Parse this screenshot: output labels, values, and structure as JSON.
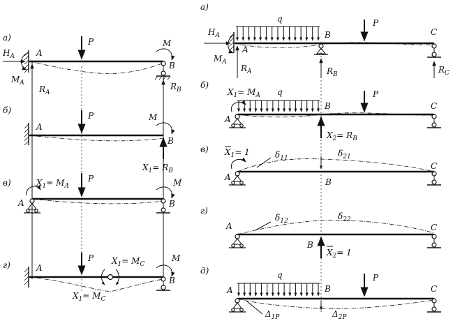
{
  "left": {
    "a": {
      "tag": "а)",
      "HA": "H",
      "HA_sub": "A",
      "A": "A",
      "P": "P",
      "M": "M",
      "MA": "M",
      "MA_sub": "A",
      "RA": "R",
      "RA_sub": "A",
      "B": "B",
      "RB": "R",
      "RB_sub": "B"
    },
    "b": {
      "tag": "б)",
      "A": "A",
      "P": "P",
      "M": "M",
      "B": "B",
      "X1RB": "X",
      "X1RB_sub": "1",
      "X1RB_rest": "= R",
      "X1RB_sub2": "B"
    },
    "v": {
      "tag": "в)",
      "A": "A",
      "P": "P",
      "M": "M",
      "B": "B",
      "X1MA": "X",
      "X1MA_sub": "1",
      "X1MA_rest": "= M",
      "X1MA_sub2": "A"
    },
    "g": {
      "tag": "г)",
      "A": "A",
      "P": "P",
      "M": "M",
      "B": "B",
      "X1MC_top": "X",
      "X1MC_top_sub": "1",
      "X1MC_top_rest": "= M",
      "X1MC_top_sub2": "C",
      "X1MC_bot": "X",
      "X1MC_bot_sub": "1",
      "X1MC_bot_rest": "= M",
      "X1MC_bot_sub2": "C"
    }
  },
  "right": {
    "a": {
      "tag": "а)",
      "q": "q",
      "HA": "H",
      "HA_sub": "A",
      "A": "A",
      "B": "B",
      "P": "P",
      "C": "C",
      "MA": "M",
      "MA_sub": "A",
      "RA": "R",
      "RA_sub": "A",
      "RB": "R",
      "RB_sub": "B",
      "RC": "R",
      "RC_sub": "C"
    },
    "b": {
      "tag": "б)",
      "X1MA": "X",
      "X1MA_sub": "1",
      "X1MA_rest": "= M",
      "X1MA_sub2": "A",
      "q": "q",
      "A": "A",
      "B": "B",
      "P": "P",
      "C": "C",
      "X2RB": "X",
      "X2RB_sub": "2",
      "X2RB_rest": "= R",
      "X2RB_sub2": "B"
    },
    "v": {
      "tag": "в)",
      "X1": "X",
      "X1_sub": "1",
      "X1_rest": "= 1",
      "d11": "δ",
      "d11_sub": "11",
      "d21": "δ",
      "d21_sub": "21",
      "A": "A",
      "B": "B",
      "C": "C"
    },
    "g": {
      "tag": "г)",
      "A": "A",
      "d12": "δ",
      "d12_sub": "12",
      "d22": "δ",
      "d22_sub": "22",
      "B": "B",
      "C": "C",
      "X2": "X",
      "X2_sub": "2",
      "X2_rest": "= 1"
    },
    "d": {
      "tag": "д)",
      "q": "q",
      "A": "A",
      "B": "B",
      "P": "P",
      "C": "C",
      "D1P": "Δ",
      "D1P_sub": "1P",
      "D2P": "Δ",
      "D2P_sub": "2P"
    }
  }
}
